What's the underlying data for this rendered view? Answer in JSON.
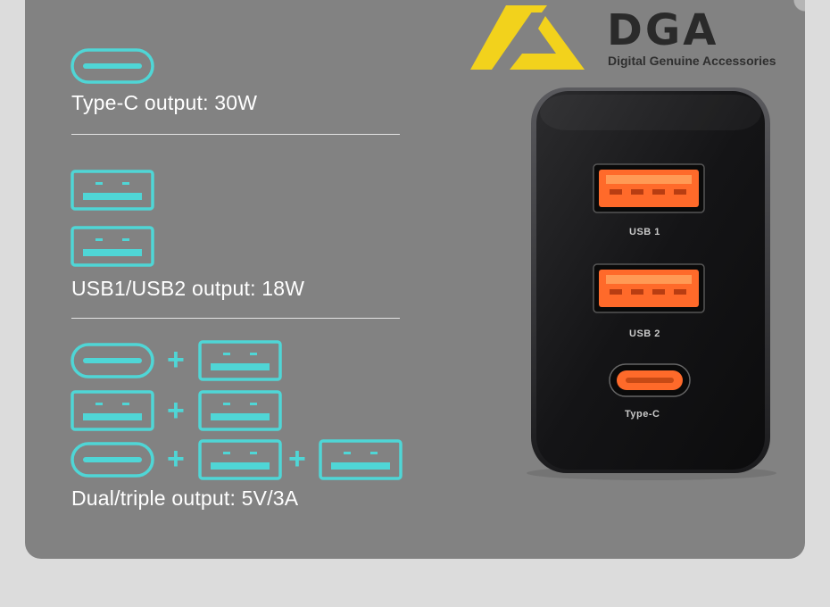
{
  "brand": {
    "name": "DGA",
    "tagline": "Digital Genuine Accessories",
    "accent_color": "#f2d21c"
  },
  "specs": {
    "typec_caption": "Type-C output: 30W",
    "usb_caption": "USB1/USB2 output: 18W",
    "dual_caption": "Dual/triple output: 5V/3A",
    "plus_sign": "+"
  },
  "charger": {
    "port_labels": [
      "USB 1",
      "USB 2",
      "Type-C"
    ],
    "port_color": "#ff6a2a"
  },
  "icons": {
    "color": "#4fd6d6",
    "typec": "type-c-port-icon",
    "usb": "usb-a-port-icon"
  }
}
